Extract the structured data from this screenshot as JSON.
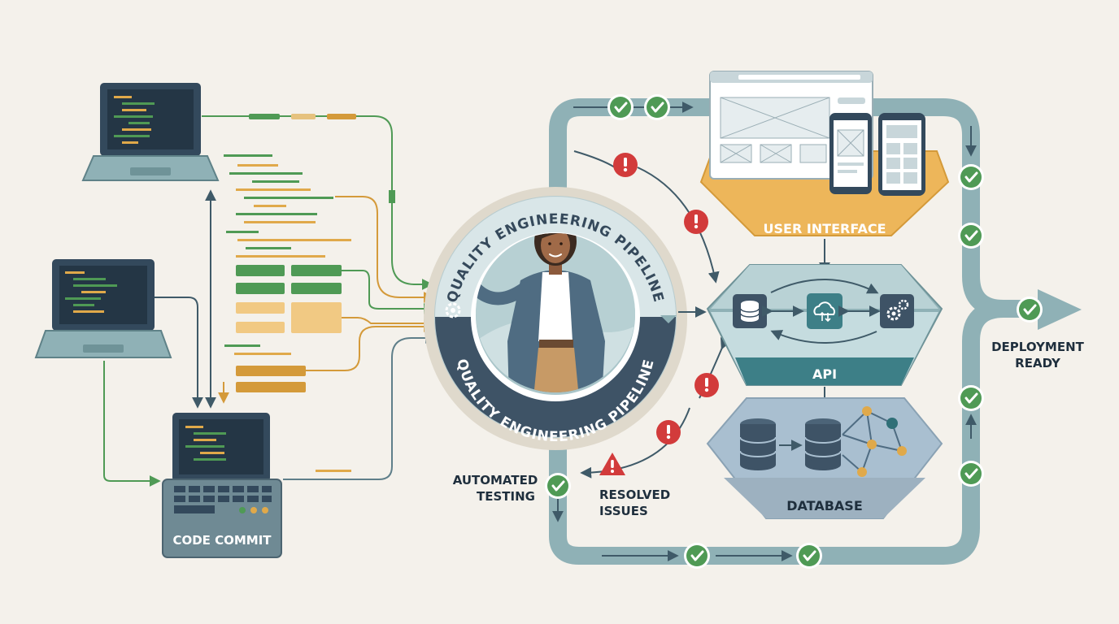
{
  "labels": {
    "code_commit": "CODE COMMIT",
    "automated_testing_1": "AUTOMATED",
    "automated_testing_2": "TESTING",
    "resolved_issues_1": "RESOLVED",
    "resolved_issues_2": "ISSUES",
    "deployment_ready_1": "DEPLOYMENT",
    "deployment_ready_2": "READY",
    "user_interface": "USER INTERFACE",
    "api": "API",
    "database": "DATABASE"
  },
  "hub": {
    "ring_top": "QUALITY ENGINEERING PIPELINE",
    "ring_bottom": "QUALITY ENGINEERING PIPELINE"
  },
  "icons": {
    "check": "check-circle-icon",
    "alert": "alert-circle-icon",
    "warning": "warning-triangle-icon",
    "gear": "gear-icon",
    "database": "database-icon",
    "cloud": "cloud-sync-icon",
    "gears": "gears-icon"
  },
  "colors": {
    "background": "#f4f1eb",
    "pipeline": "#8fb1b6",
    "pipeline_dark": "#5f8288",
    "navy": "#33495c",
    "green": "#4f9a55",
    "amber": "#e0a94a",
    "red": "#d23b3b",
    "teal": "#3d7f87"
  }
}
